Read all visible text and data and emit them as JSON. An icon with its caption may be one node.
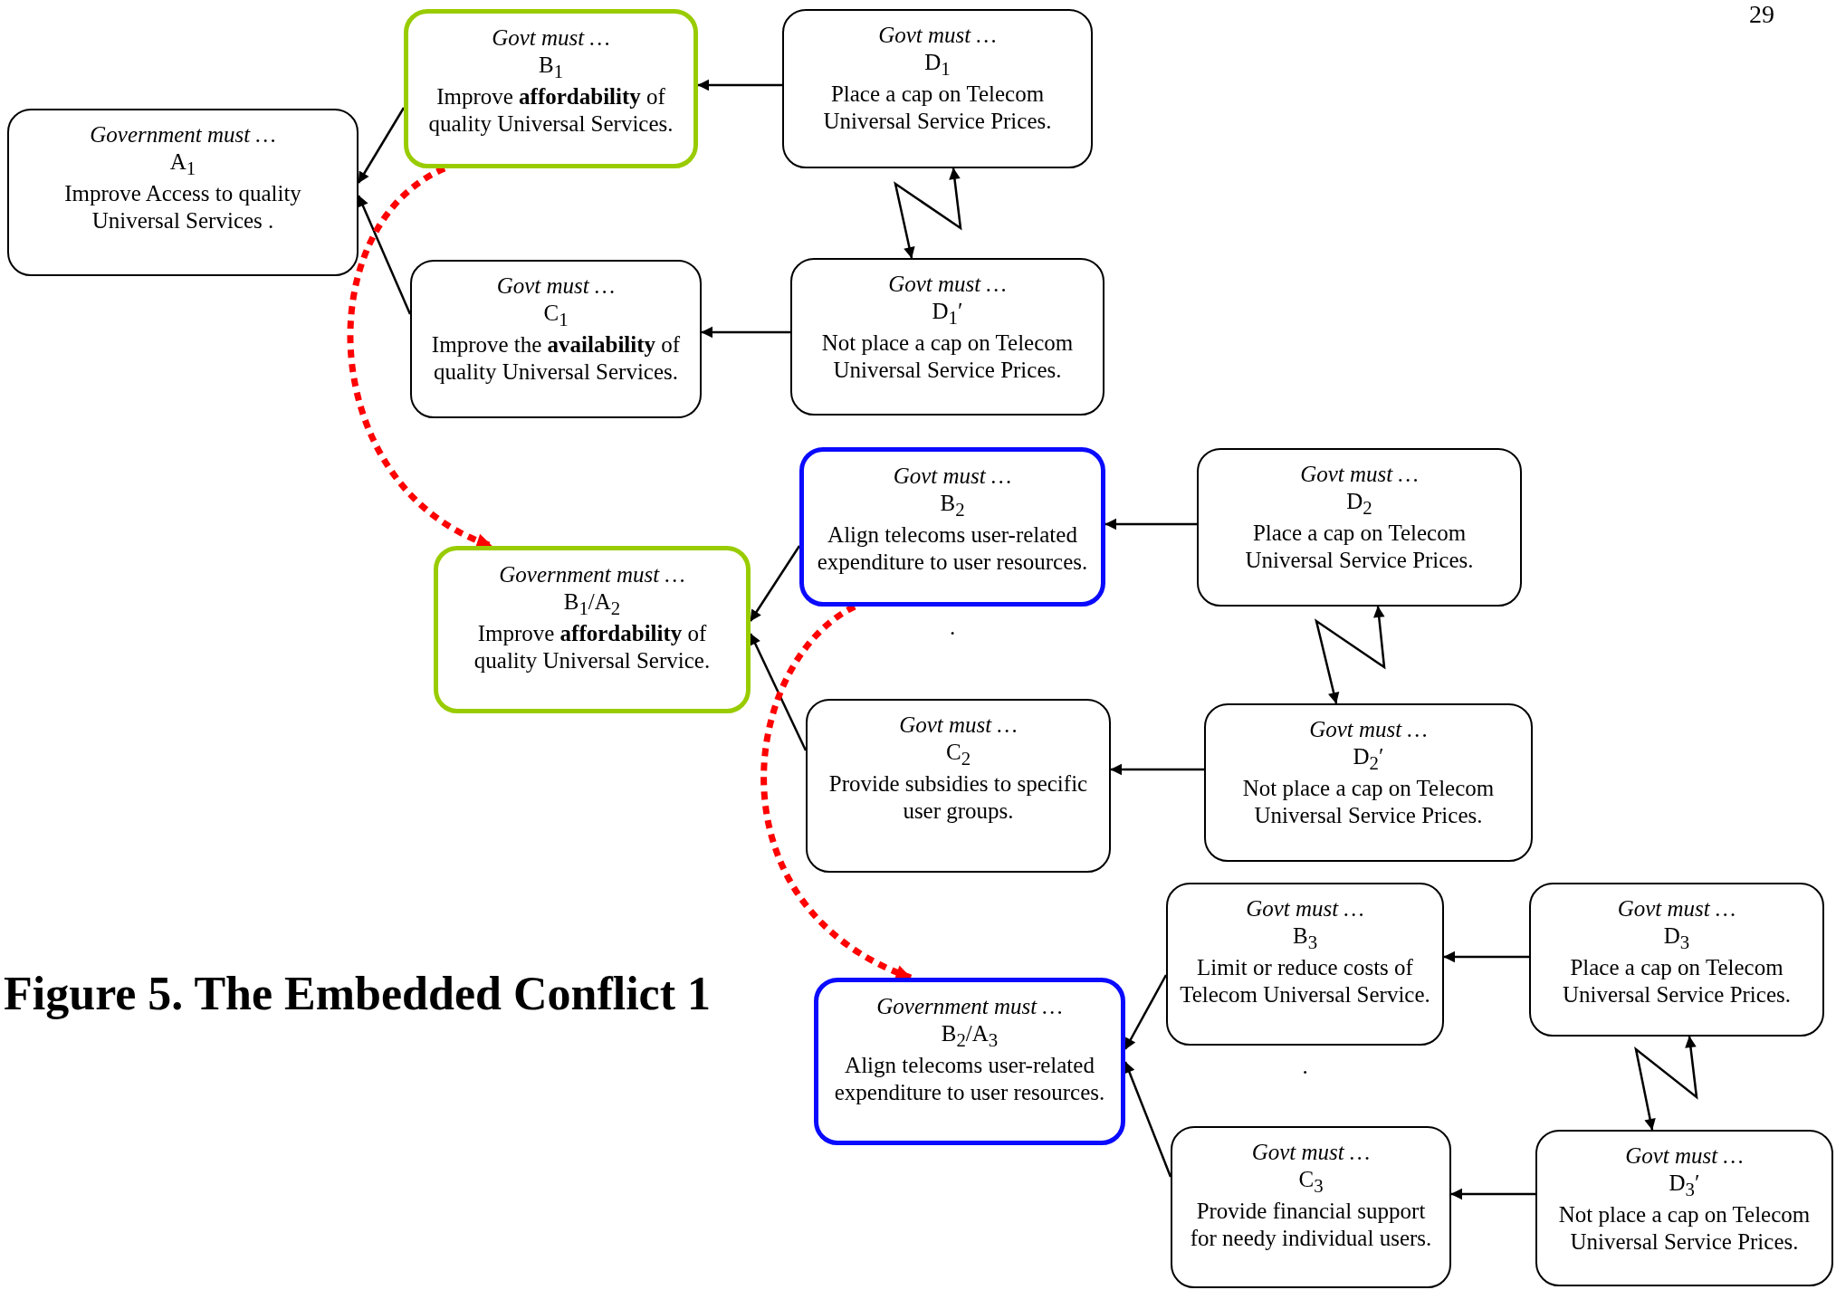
{
  "diagram": {
    "title": "Figure 5. The Embedded Conflict 1",
    "nodes": [
      {
        "text": [
          "Government must …",
          "A$_{1}$",
          "Improve Access to quality Universal Services ."
        ]
      },
      {
        "text": [
          "Govt must …",
          "B$_{1}$",
          "Improve **affordability** of quality Universal Services."
        ]
      },
      {
        "text": [
          "Govt must …",
          "D$_{1}$",
          "Place a cap on Telecom Universal Service Prices."
        ]
      },
      {
        "text": [
          "Govt must …",
          "C$_{1}$",
          "Improve the **availability** of quality Universal Services."
        ]
      },
      {
        "text": [
          "Govt must …",
          "D$_{1}$′",
          "Not place a cap on Telecom Universal Service Prices."
        ]
      },
      {
        "text": [
          "Government must …",
          "B$_{1}$/A$_{2}$",
          "Improve **affordability** of quality Universal Service."
        ]
      },
      {
        "text": [
          "Govt must …",
          "B$_{2}$",
          "Align telecoms user-related expenditure to user resources."
        ],
        "beside": [
          "."
        ]
      },
      {
        "text": [
          "Govt must …",
          "D$_{2}$",
          "Place a cap on Telecom Universal Service Prices."
        ]
      },
      {
        "text": [
          "Govt must …",
          "C$_{2}$",
          "Provide subsidies to specific user groups."
        ]
      },
      {
        "text": [
          "Govt must …",
          "D$_{2}$′",
          "Not place a cap on Telecom Universal Service Prices."
        ]
      },
      {
        "text": [
          "Government must …",
          "B$_{2}$/A$_{3}$",
          "Align telecoms user-related expenditure to user resources."
        ]
      },
      {
        "text": [
          "Govt must …",
          "B$_{3}$",
          "Limit or reduce costs of Telecom Universal Service."
        ],
        "beside": [
          "."
        ]
      },
      {
        "text": [
          "Govt must …",
          "D$_{3}$",
          "Place a cap on Telecom Universal Service Prices."
        ]
      },
      {
        "text": [
          "Govt must …",
          "C$_{3}$",
          "Provide financial support for needy individual users."
        ]
      },
      {
        "text": [
          "Govt must …",
          "D$_{3}$′",
          "Not place a cap on Telecom Universal Service Prices."
        ]
      }
    ],
    "edges": [
      {
        "from": 2,
        "to": 1,
        "arrow": "to"
      },
      {
        "from": 4,
        "to": 3,
        "arrow": "to"
      },
      {
        "from": 1,
        "to": 0,
        "arrow": "to"
      },
      {
        "from": 3,
        "to": 0,
        "arrow": "to"
      },
      {
        "from": 2,
        "to": 4,
        "arrow": "both"
      },
      {
        "from": 1,
        "to": 5,
        "arrow": "to",
        "style": "dashed",
        "color": "#ff0000"
      },
      {
        "from": 7,
        "to": 6,
        "arrow": "to"
      },
      {
        "from": 9,
        "to": 8,
        "arrow": "to"
      },
      {
        "from": 6,
        "to": 5,
        "arrow": "to"
      },
      {
        "from": 8,
        "to": 5,
        "arrow": "to"
      },
      {
        "from": 7,
        "to": 9,
        "arrow": "both"
      },
      {
        "from": 6,
        "to": 10,
        "arrow": "to",
        "style": "dashed",
        "color": "#ff0000"
      },
      {
        "from": 12,
        "to": 11,
        "arrow": "to"
      },
      {
        "from": 14,
        "to": 13,
        "arrow": "to"
      },
      {
        "from": 11,
        "to": 10,
        "arrow": "to"
      },
      {
        "from": 13,
        "to": 10,
        "arrow": "to"
      },
      {
        "from": 12,
        "to": 14,
        "arrow": "both"
      }
    ],
    "labels": [
      "29"
    ]
  }
}
